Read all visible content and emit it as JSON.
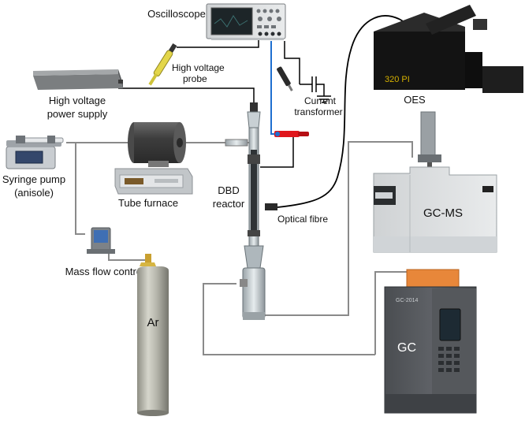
{
  "labels": {
    "oscilloscope": "Oscilloscope",
    "high_voltage_probe": [
      "High voltage",
      "probe"
    ],
    "high_voltage_power_supply": [
      "High voltage",
      "power supply"
    ],
    "syringe_pump": [
      "Syringe pump",
      "(anisole)"
    ],
    "tube_furnace": "Tube furnace",
    "current_transformer": [
      "Current",
      "transformer"
    ],
    "dbd_reactor": [
      "DBD",
      "reactor"
    ],
    "optical_fibre": "Optical fibre",
    "oes": "OES",
    "oes_model": "320 PI",
    "gc_ms": "GC-MS",
    "mass_flow_controller": "Mass flow controller",
    "ar": "Ar",
    "gc": "GC",
    "gc_model": "GC-2014"
  },
  "colors": {
    "gas_line": "#8a8a8a",
    "signal_wire": "#000000",
    "ct_wire": "#1e6fd0",
    "ct_clamp": "#e0161c",
    "probe_tip": "#e3d64a",
    "gc_oven_top": "#e8873a",
    "oes_text": "#d4b000"
  }
}
